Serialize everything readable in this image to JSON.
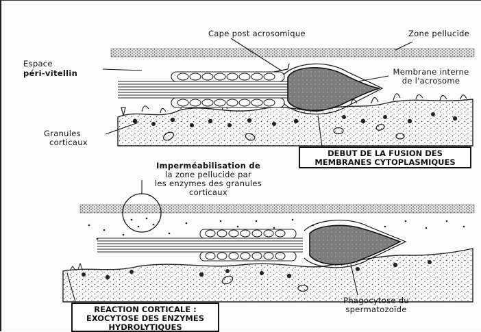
{
  "top_panel": {
    "cape_post_acrosomique": "Cape post acrosomique",
    "zone_pellucide": "Zone pellucide",
    "espace_line1": "Espace",
    "espace_line2": "péri-vitellin",
    "membrane_line1": "Membrane interne",
    "membrane_line2": "de l'acrosome",
    "granules_line1": "Granules",
    "granules_line2": "corticaux",
    "debut_box_line1": "DEBUT DE LA FUSION DES",
    "debut_box_line2": "MEMBRANES CYTOPLASMIQUES"
  },
  "bottom_panel": {
    "imperm_line1": "Imperméabilisation de",
    "imperm_line2": "la zone pellucide par",
    "imperm_line3": "les enzymes des granules",
    "imperm_line4": "corticaux",
    "reaction_box_line1": "REACTION CORTICALE :",
    "reaction_box_line2": "EXOCYTOSE DES ENZYMES",
    "reaction_box_line3": "HYDROLYTIQUES",
    "phago_line1": "Phagocytose du",
    "phago_line2": "spermatozoïde"
  }
}
